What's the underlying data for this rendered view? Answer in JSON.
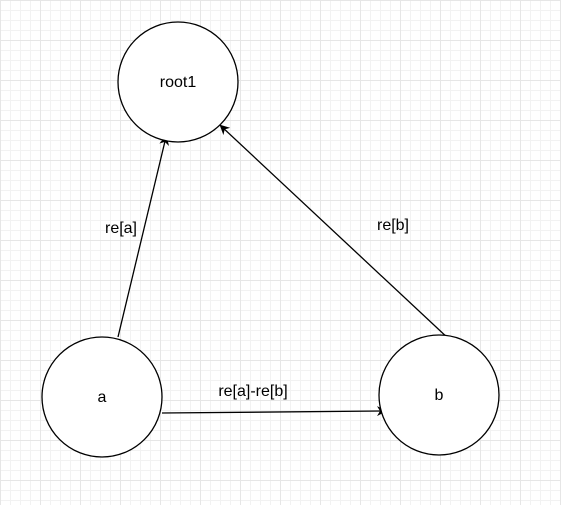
{
  "diagram": {
    "nodes": [
      {
        "id": "root1",
        "label": "root1"
      },
      {
        "id": "a",
        "label": "a"
      },
      {
        "id": "b",
        "label": "b"
      }
    ],
    "edges": [
      {
        "id": "a-root1",
        "from": "a",
        "to": "root1",
        "label": "re[a]"
      },
      {
        "id": "b-root1",
        "from": "b",
        "to": "root1",
        "label": "re[b]"
      },
      {
        "id": "a-b",
        "from": "a",
        "to": "b",
        "label": "re[a]-re[b]"
      }
    ],
    "colors": {
      "stroke": "#000000",
      "fill": "#ffffff",
      "grid": "#e6e6e6"
    }
  }
}
